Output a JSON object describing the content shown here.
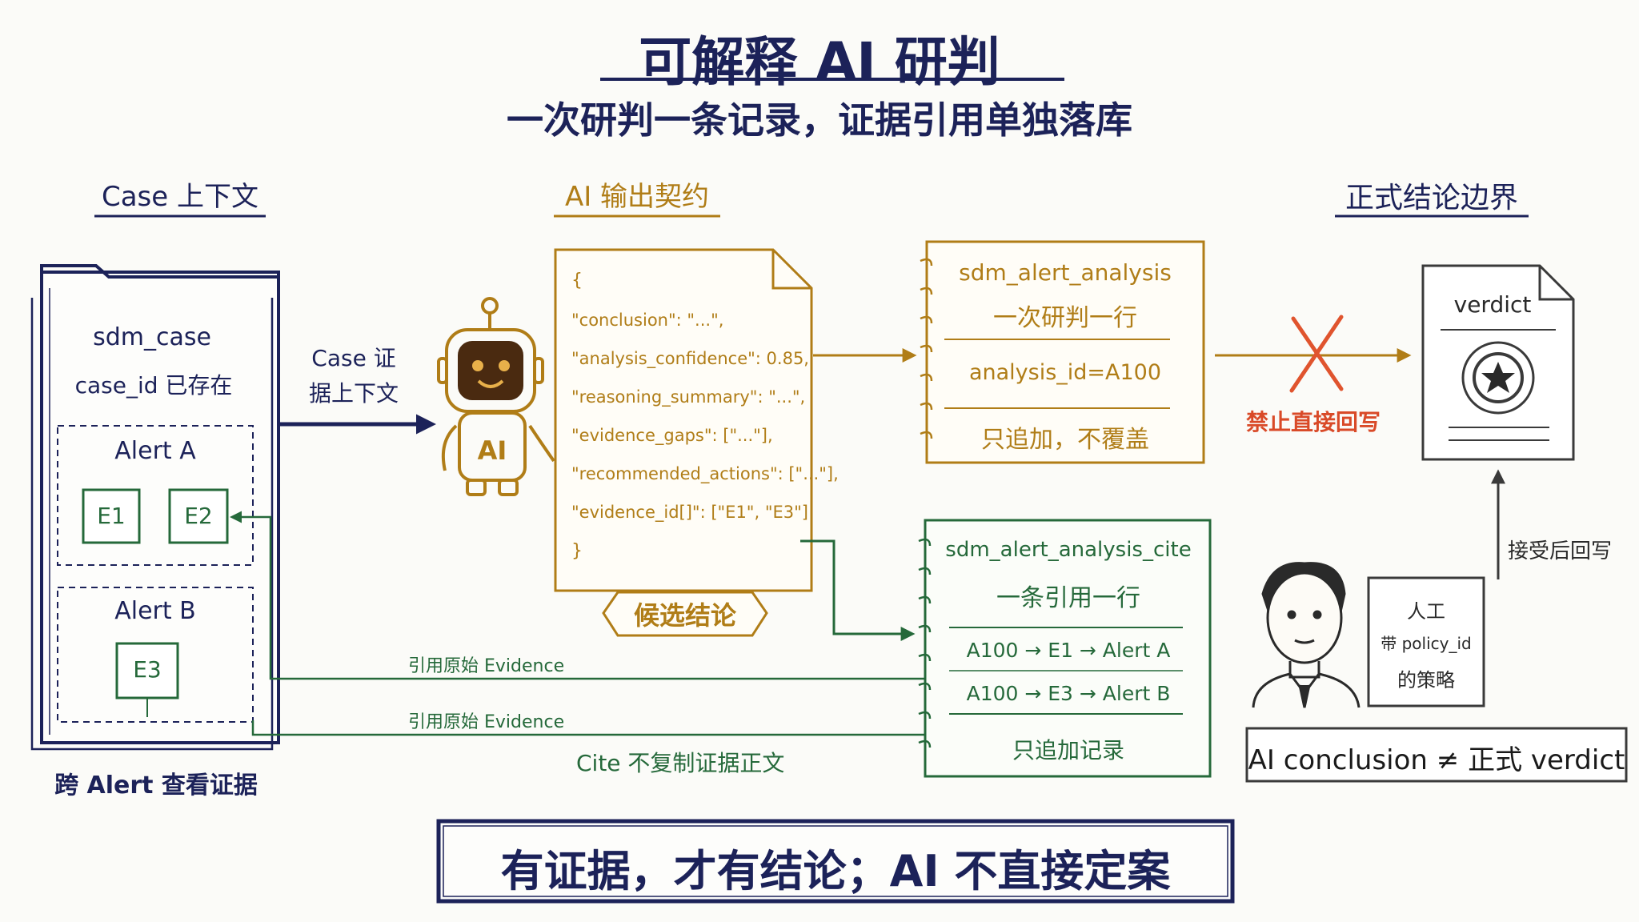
{
  "header": {
    "title": "可解释 AI 研判",
    "subtitle": "一次研判一条记录，证据引用单独落库"
  },
  "sections": {
    "case_context": "Case 上下文",
    "ai_contract": "AI 输出契约",
    "verdict_boundary": "正式结论边界"
  },
  "case_folder": {
    "table": "sdm_case",
    "case_id_note": "case_id 已存在",
    "alert_a": {
      "label": "Alert A",
      "evidence": [
        "E1",
        "E2"
      ]
    },
    "alert_b": {
      "label": "Alert B",
      "evidence": [
        "E3"
      ]
    },
    "footer": "跨 Alert 查看证据"
  },
  "arrow_case_to_ai": [
    "Case 证",
    "据上下文"
  ],
  "robot": {
    "label": "AI"
  },
  "contract": {
    "lines": [
      "{",
      "\"conclusion\": \"...\",",
      "\"analysis_confidence\": 0.85,",
      "\"reasoning_summary\": \"...\",",
      "\"evidence_gaps\": [\"...\"],",
      "\"recommended_actions\": [\"...\"],",
      "\"evidence_id[]\": [\"E1\", \"E3\"]",
      "}"
    ],
    "badge": "候选结论"
  },
  "analysis_table": {
    "name": "sdm_alert_analysis",
    "rule": "一次研判一行",
    "record": "analysis_id=A100",
    "note": "只追加，不覆盖"
  },
  "cite_table": {
    "name": "sdm_alert_analysis_cite",
    "rule": "一条引用一行",
    "rows": [
      "A100 → E1 → Alert A",
      "A100 → E3 → Alert B"
    ],
    "note": "只追加记录"
  },
  "links": {
    "ref_evidence_1": "引用原始 Evidence",
    "ref_evidence_2": "引用原始 Evidence",
    "cite_note": "Cite 不复制证据正文",
    "forbidden": "禁止直接回写",
    "accepted": "接受后回写"
  },
  "verdict": {
    "label": "verdict"
  },
  "policy_card": {
    "lines": [
      "人工",
      "带 policy_id",
      "的策略"
    ]
  },
  "inequality": "AI conclusion ≠ 正式 verdict",
  "footer_banner": "有证据，才有结论；AI 不直接定案",
  "colors": {
    "navy": "#1c2259",
    "gold": "#b07d17",
    "green": "#25693a",
    "red": "#d94a28",
    "gray": "#3a3a3a"
  }
}
